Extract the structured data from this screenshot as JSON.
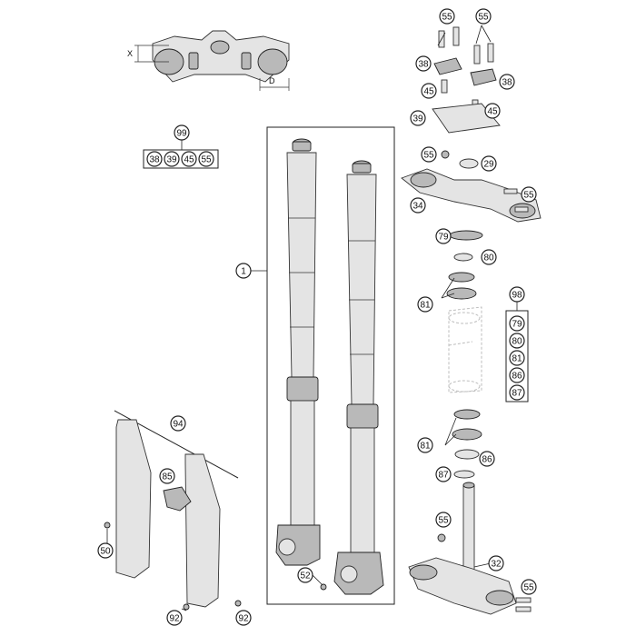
{
  "callouts": {
    "c55a": "55",
    "c55b": "55",
    "c38a": "38",
    "c38b": "38",
    "c45a": "45",
    "c45b": "45",
    "c39": "39",
    "c55c": "55",
    "c29": "29",
    "c34": "34",
    "c55d": "55",
    "c79": "79",
    "c80": "80",
    "c81a": "81",
    "c98": "98",
    "c81b": "81",
    "c86": "86",
    "c87": "87",
    "c55e": "55",
    "c32": "32",
    "c55f": "55",
    "c1": "1",
    "c99": "99",
    "c94": "94",
    "c85": "85",
    "c50": "50",
    "c52": "52",
    "c92a": "92",
    "c92b": "92"
  },
  "kit99": [
    "38",
    "39",
    "45",
    "55"
  ],
  "kit98": [
    "79",
    "80",
    "81",
    "86",
    "87"
  ],
  "dimensions": {
    "x_label": "X",
    "d_label": "D"
  }
}
